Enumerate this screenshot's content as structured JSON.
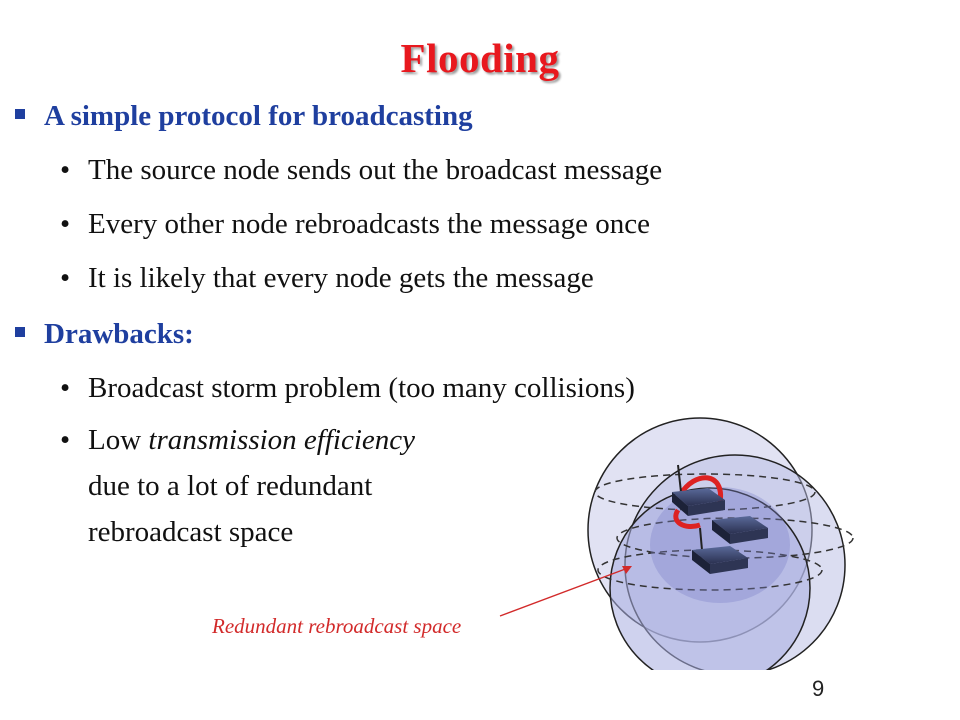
{
  "title": "Flooding",
  "sections": [
    {
      "heading": "A simple protocol for broadcasting",
      "points": [
        "The source node sends out the broadcast message",
        "Every other node rebroadcasts the message once",
        "It is likely that every node gets the message"
      ]
    },
    {
      "heading": "Drawbacks:",
      "points": [
        "Broadcast storm problem (too many collisions)"
      ],
      "efficiency_point": {
        "prefix": "Low ",
        "emphasis": "transmission efficiency",
        "line2": "due to a lot of redundant",
        "line3": "rebroadcast space"
      }
    }
  ],
  "callout_label": "Redundant rebroadcast space",
  "page_number": "9",
  "colors": {
    "title": "#e8181e",
    "heading": "#1f3f9f",
    "callout": "#d22a2a",
    "coverage": "#9aa0d8"
  }
}
